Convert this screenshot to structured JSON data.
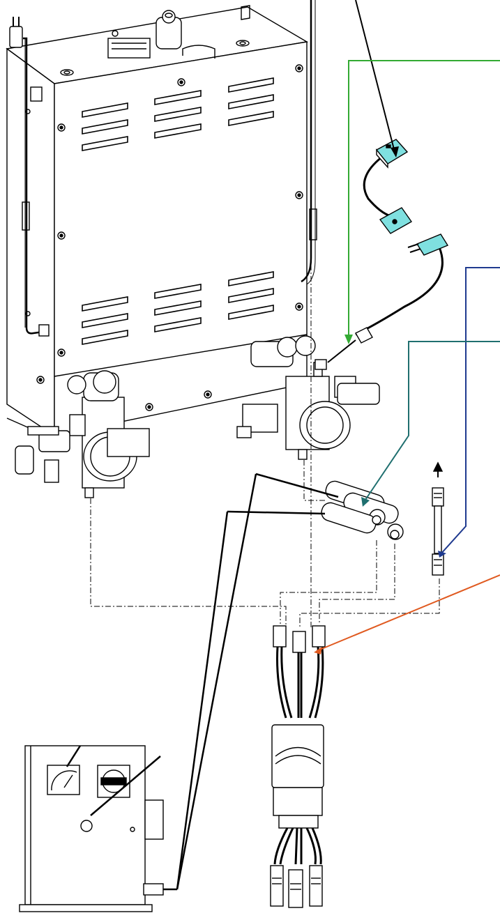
{
  "diagram": {
    "title": "",
    "labels": [],
    "colors": {
      "line": "#000000",
      "panel_fill": "#ffffff",
      "connector_fill": "#7fe0e0",
      "callout_black": "#000000",
      "callout_green": "#33aa33",
      "callout_navy": "#1f3a8f",
      "callout_teal": "#1f6f6f",
      "callout_orange": "#e05a20"
    },
    "callouts": [
      {
        "id": "thermocouple-connector",
        "color": "#000000"
      },
      {
        "id": "thermocouple-probe",
        "color": "#33aa33"
      },
      {
        "id": "coax-cable",
        "color": "#1f3a8f"
      },
      {
        "id": "heater-plugs",
        "color": "#1f6f6f"
      },
      {
        "id": "cable-harness",
        "color": "#e05a20"
      }
    ]
  }
}
